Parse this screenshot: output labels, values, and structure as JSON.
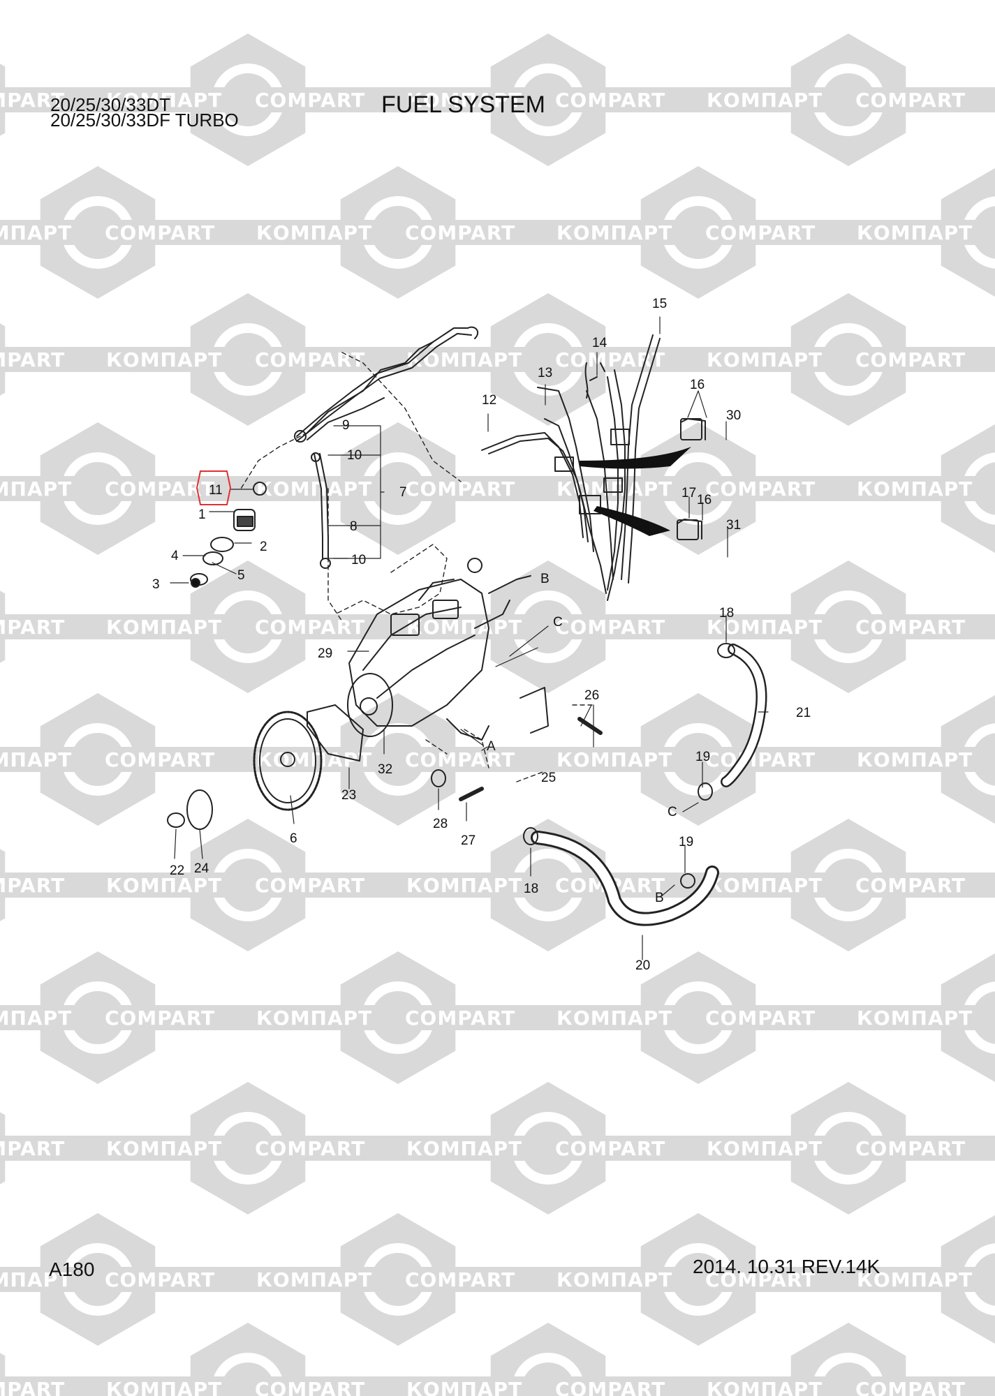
{
  "header": {
    "model_line_1": "20/25/30/33DT",
    "model_line_2": "20/25/30/33DF TURBO",
    "title": "FUEL SYSTEM"
  },
  "footer": {
    "page_id": "A180",
    "revision": "2014. 10.31  REV.14K"
  },
  "watermark": {
    "text_cyrillic": "КОМПАРТ",
    "text_latin": "COMPART",
    "color": "#d9d9d9"
  },
  "highlight": {
    "part_number": "11",
    "color": "#e03030"
  },
  "callouts": [
    "1",
    "2",
    "3",
    "4",
    "5",
    "6",
    "7",
    "8",
    "9",
    "10",
    "10",
    "11",
    "12",
    "13",
    "14",
    "15",
    "16",
    "16",
    "17",
    "18",
    "18",
    "19",
    "19",
    "20",
    "21",
    "22",
    "23",
    "24",
    "25",
    "26",
    "27",
    "28",
    "29",
    "30",
    "31",
    "32",
    "A",
    "B",
    "B",
    "C",
    "C"
  ]
}
